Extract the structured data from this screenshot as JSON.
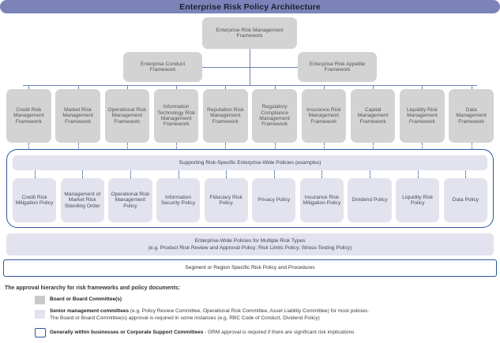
{
  "header": {
    "title": "Enterprise Risk Policy Architecture"
  },
  "top": {
    "erm": "Enterprise Risk Management Framework",
    "conduct": "Enterprise Conduct Framework",
    "appetite": "Enterprise Risk Appetite Framework"
  },
  "frameworks": [
    "Credit Risk Management Framework",
    "Market Risk Management Framework",
    "Operational Risk Management Framework",
    "Information Technology Risk Management Framework",
    "Reputation Risk Management Framework",
    "Regulatory Compliance Management Framework",
    "Insurance Risk Management Framework",
    "Capital Management Framework",
    "Liquidity Risk Management Framework",
    "Data Management Framework"
  ],
  "policy_band": {
    "heading": "Supporting Risk-Specific Enterprise-Wide Policies (examples)"
  },
  "policies": [
    "Credit Risk Mitigation Policy",
    "Management of Market Risk Standing Order",
    "Operational Risk Management Policy",
    "Information Security Policy",
    "Fiduciary Risk Policy",
    "Privacy Policy",
    "Insurance Risk Mitigation Policy",
    "Dividend Policy",
    "Liquidity Risk Policy",
    "Data Policy"
  ],
  "multi_risk_bar": {
    "line1": "Enterprise-Wide Policies for Multiple Risk Types",
    "line2": "(e.g. Product Risk Review and Approval Policy; Risk Limits Policy; Stress-Testing Policy)"
  },
  "segment_bar": {
    "label": "Segment or Region Specific Risk Policy and Procedures"
  },
  "legend": {
    "title": "The approval hierarchy for risk frameworks and policy documents:",
    "items": [
      {
        "swatch": "gray",
        "bold": "Board or Board Committee(s)",
        "rest": "",
        "line2": ""
      },
      {
        "swatch": "lavender",
        "bold": "Senior management committees",
        "rest": " (e.g. Policy Review Committee, Operational Risk Committee, Asset Liability Committee) for most policies.",
        "line2": "The Board or Board Committee(s) approval is required in some instances (e.g. RBC Code of Conduct, Dividend Policy)"
      },
      {
        "swatch": "outline",
        "bold": "Generally within businesses or Corporate Support Committees",
        "rest": " - GRM approval is required if there are significant risk implications",
        "line2": ""
      }
    ]
  },
  "colors": {
    "title_bar": "#7b83b8",
    "framework_box": "#d3d3d3",
    "policy_box": "#e2e3ef",
    "connector": "#6d84b4",
    "container_border": "#2a56a0"
  }
}
